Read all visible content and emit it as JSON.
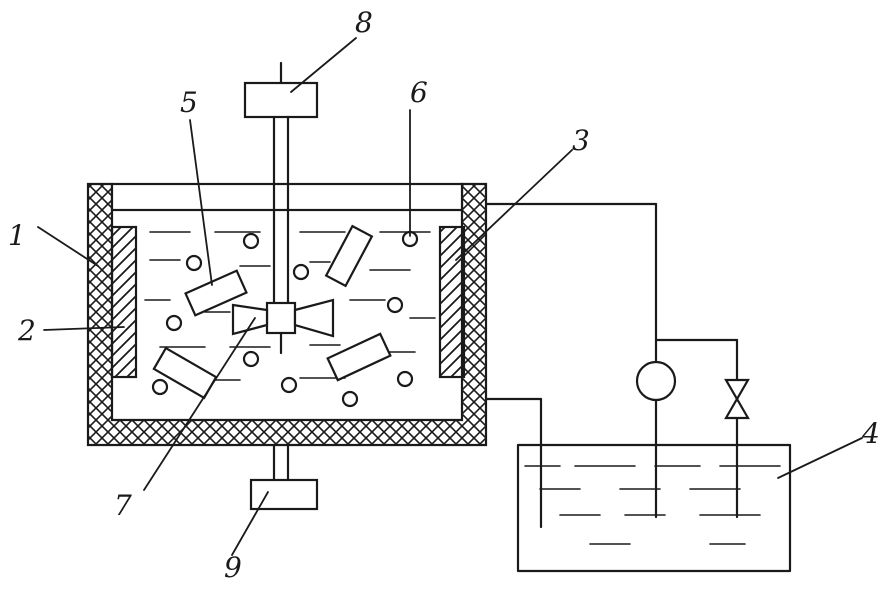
{
  "diagram": {
    "labels": {
      "item_1": "1",
      "item_2": "2",
      "item_3": "3",
      "item_4": "4",
      "item_5": "5",
      "item_6": "6",
      "item_7": "7",
      "item_8": "8",
      "item_9": "9"
    },
    "colors": {
      "ink": "#1a1a1a",
      "background": "#ffffff"
    }
  }
}
